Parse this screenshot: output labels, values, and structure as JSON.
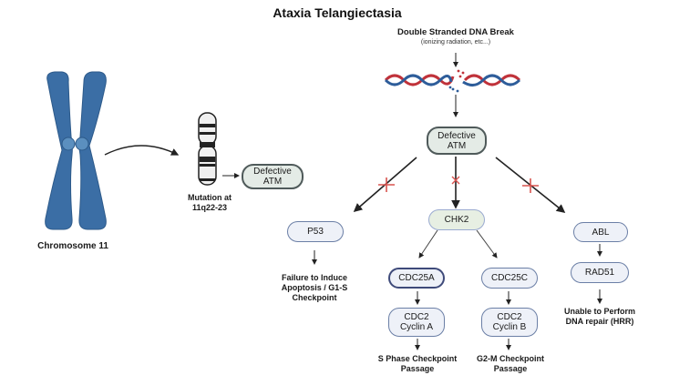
{
  "title": "Ataxia Telangiectasia",
  "colors": {
    "chromosome": "#3b6ea5",
    "dna_red": "#c0323a",
    "dna_blue": "#2e5d9a",
    "inhibit_mark": "#d9534f",
    "node_fill": "#eef1f8",
    "node_border": "#6b7fa6",
    "atm_fill": "#e4ebe6"
  },
  "left": {
    "chromosome_label": "Chromosome 11",
    "mutation_label_line1": "Mutation at",
    "mutation_label_line2": "11q22-23",
    "defective_atm_line1": "Defective",
    "defective_atm_line2": "ATM"
  },
  "right": {
    "trigger_title": "Double Stranded DNA Break",
    "trigger_subtitle": "(ionizing radiation, etc...)",
    "atm_line1": "Defective",
    "atm_line2": "ATM",
    "p53": "P53",
    "chk2": "CHK2",
    "abl": "ABL",
    "cdc25a": "CDC25A",
    "cdc25c": "CDC25C",
    "cdc2a_line1": "CDC2",
    "cdc2a_line2": "Cyclin A",
    "cdc2b_line1": "CDC2",
    "cdc2b_line2": "Cyclin B",
    "rad51": "RAD51",
    "p53_outcome": [
      "Failure to Induce",
      "Apoptosis / G1-S",
      "Checkpoint"
    ],
    "s_outcome": [
      "S Phase Checkpoint",
      "Passage"
    ],
    "g2m_outcome": [
      "G2-M Checkpoint",
      "Passage"
    ],
    "abl_outcome": [
      "Unable to Perform",
      "DNA repair (HRR)"
    ]
  }
}
